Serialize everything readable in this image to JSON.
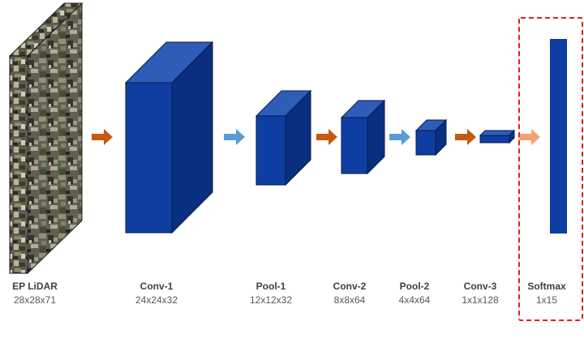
{
  "layers": [
    {
      "name": "EP LiDAR",
      "dims": "28x28x71"
    },
    {
      "name": "Conv-1",
      "dims": "24x24x32"
    },
    {
      "name": "Pool-1",
      "dims": "12x12x32"
    },
    {
      "name": "Conv-2",
      "dims": "8x8x64"
    },
    {
      "name": "Pool-2",
      "dims": "4x4x64"
    },
    {
      "name": "Conv-3",
      "dims": "1x1x128"
    },
    {
      "name": "Softmax",
      "dims": "1x15"
    }
  ],
  "colors": {
    "block_front": "#0f3ea3",
    "block_top": "#2f5cb8",
    "block_side": "#0a2f80",
    "block_edge": "#061a4a",
    "arrow_conv": "#c55a11",
    "arrow_pool": "#5b9bd5",
    "arrow_softmax": "#f4a078",
    "highlight": "#e0201c",
    "label": "#404040"
  },
  "arrows": [
    "conv",
    "pool",
    "conv",
    "pool",
    "conv",
    "softmax"
  ]
}
